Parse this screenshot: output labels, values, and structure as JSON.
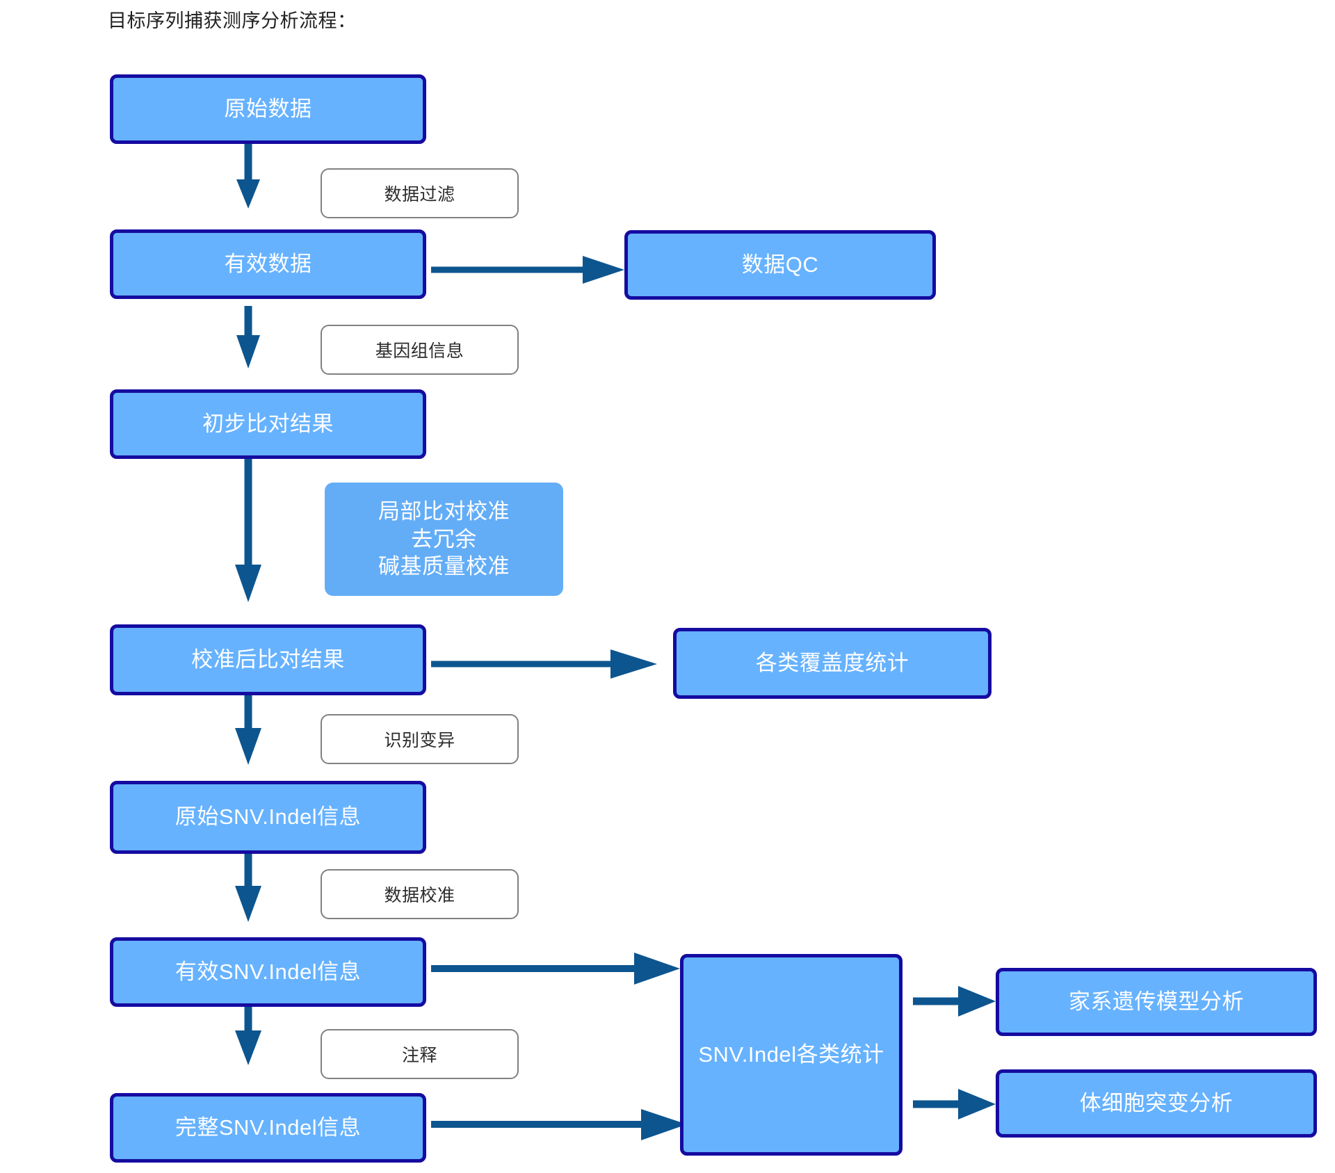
{
  "diagram": {
    "title": "目标序列捕获测序分析流程：",
    "colors": {
      "node_fill": "#66b2ff",
      "node_border": "#150ba0",
      "node_text": "#ffffff",
      "chip_fill": "#ffffff",
      "chip_border": "#808080",
      "chip_text": "#2b2b2b",
      "arrow": "#0d558f",
      "background": "#ffffff"
    },
    "nodes": [
      {
        "id": "raw-data",
        "label": "原始数据"
      },
      {
        "id": "valid-data",
        "label": "有效数据"
      },
      {
        "id": "data-qc",
        "label": "数据QC"
      },
      {
        "id": "initial-alignment",
        "label": "初步比对结果"
      },
      {
        "id": "recalibration-steps",
        "line1": "局部比对校准",
        "line2": "去冗余",
        "line3": "碱基质量校准"
      },
      {
        "id": "calibrated-alignment",
        "label": "校准后比对结果"
      },
      {
        "id": "coverage-stats",
        "label": "各类覆盖度统计"
      },
      {
        "id": "raw-snv-indel",
        "label": "原始SNV.Indel信息"
      },
      {
        "id": "valid-snv-indel",
        "label": "有效SNV.Indel信息"
      },
      {
        "id": "full-snv-indel",
        "label": "完整SNV.Indel信息"
      },
      {
        "id": "snv-indel-stats",
        "label": "SNV.Indel各类统计"
      },
      {
        "id": "pedigree-analysis",
        "label": "家系遗传模型分析"
      },
      {
        "id": "somatic-analysis",
        "label": "体细胞突变分析"
      }
    ],
    "edge_labels": [
      {
        "id": "data-filter",
        "label": "数据过滤"
      },
      {
        "id": "genome-info",
        "label": "基因组信息"
      },
      {
        "id": "variant-calling",
        "label": "识别变异"
      },
      {
        "id": "data-calibration",
        "label": "数据校准"
      },
      {
        "id": "annotation",
        "label": "注释"
      }
    ]
  }
}
